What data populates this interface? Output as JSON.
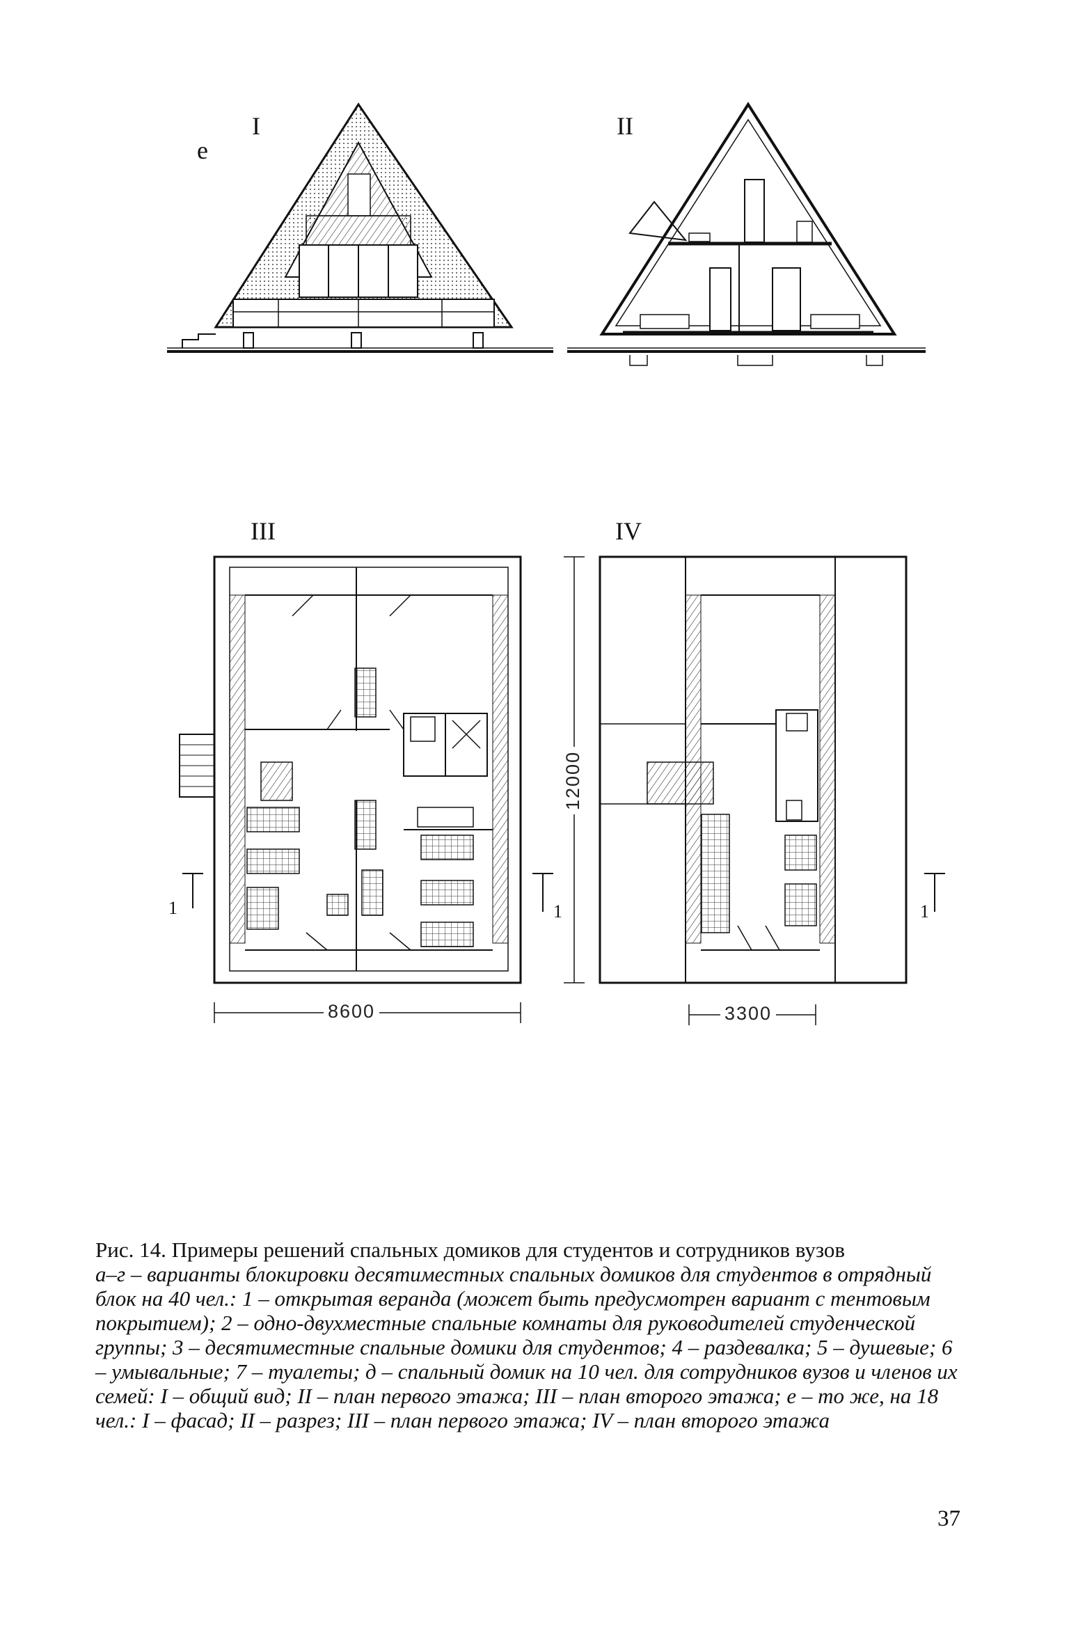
{
  "figure": {
    "marker_e": "е",
    "labels": {
      "I": "I",
      "II": "II",
      "III": "III",
      "IV": "IV"
    },
    "dimensions": {
      "width_iii": "8600",
      "height": "12000",
      "width_iv": "3300"
    },
    "section_marker": "1"
  },
  "caption": {
    "title": "Рис. 14. Примеры решений спальных домиков для студентов и сотрудников вузов",
    "body": "а–г – варианты блокировки десятиместных спальных домиков для студентов в отрядный блок на 40 чел.: 1 – открытая веранда (может быть предусмотрен вариант с тентовым покрытием); 2 – одно-двухместные спальные комнаты для руководителей студенческой группы; 3 – десятиместные спальные домики для студентов; 4 – раздевалка; 5 – душевые; 6 – умывальные; 7 – туалеты; д – спальный домик на 10 чел. для сотрудников вузов и членов их семей: I – общий вид; II – план первого этажа; III – план второго этажа; е – то же, на 18 чел.: I – фасад; II – разрез; III – план первого этажа; IV – план второго этажа"
  },
  "page_number": "37"
}
